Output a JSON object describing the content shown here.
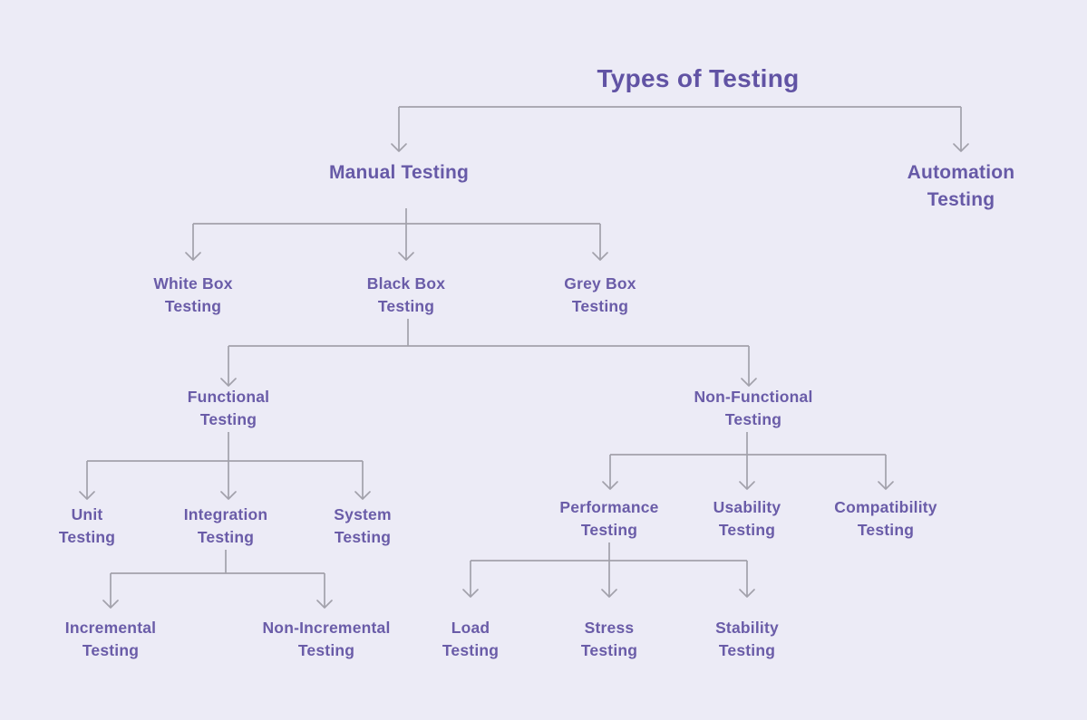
{
  "diagram": {
    "title": "Types of Testing",
    "colors": {
      "background": "#ECEBF6",
      "node_text": "#6A5CA8",
      "title_text": "#6153A4",
      "connector": "#A2A1AB"
    },
    "nodes": {
      "title": {
        "label": "Types of Testing",
        "lines": [
          "Types of Testing"
        ],
        "parent": null
      },
      "manual": {
        "label": "Manual Testing",
        "lines": [
          "Manual Testing"
        ],
        "parent": "title"
      },
      "automation": {
        "label": "Automation Testing",
        "lines": [
          "Automation",
          "Testing"
        ],
        "parent": "title"
      },
      "white_box": {
        "label": "White Box Testing",
        "lines": [
          "White Box",
          "Testing"
        ],
        "parent": "manual"
      },
      "black_box": {
        "label": "Black Box Testing",
        "lines": [
          "Black Box",
          "Testing"
        ],
        "parent": "manual"
      },
      "grey_box": {
        "label": "Grey Box Testing",
        "lines": [
          "Grey Box",
          "Testing"
        ],
        "parent": "manual"
      },
      "functional": {
        "label": "Functional Testing",
        "lines": [
          "Functional",
          "Testing"
        ],
        "parent": "black_box"
      },
      "non_functional": {
        "label": "Non-Functional Testing",
        "lines": [
          "Non-Functional",
          "Testing"
        ],
        "parent": "black_box"
      },
      "unit": {
        "label": "Unit Testing",
        "lines": [
          "Unit",
          "Testing"
        ],
        "parent": "functional"
      },
      "integration": {
        "label": "Integration Testing",
        "lines": [
          "Integration",
          "Testing"
        ],
        "parent": "functional"
      },
      "system": {
        "label": "System Testing",
        "lines": [
          "System",
          "Testing"
        ],
        "parent": "functional"
      },
      "incremental": {
        "label": "Incremental Testing",
        "lines": [
          "Incremental",
          "Testing"
        ],
        "parent": "integration"
      },
      "non_incremental": {
        "label": "Non-Incremental Testing",
        "lines": [
          "Non-Incremental",
          "Testing"
        ],
        "parent": "integration"
      },
      "performance": {
        "label": "Performance Testing",
        "lines": [
          "Performance",
          "Testing"
        ],
        "parent": "non_functional"
      },
      "usability": {
        "label": "Usability Testing",
        "lines": [
          "Usability",
          "Testing"
        ],
        "parent": "non_functional"
      },
      "compatibility": {
        "label": "Compatibility Testing",
        "lines": [
          "Compatibility",
          "Testing"
        ],
        "parent": "non_functional"
      },
      "load": {
        "label": "Load Testing",
        "lines": [
          "Load",
          "Testing"
        ],
        "parent": "performance"
      },
      "stress": {
        "label": "Stress Testing",
        "lines": [
          "Stress",
          "Testing"
        ],
        "parent": "performance"
      },
      "stability": {
        "label": "Stability Testing",
        "lines": [
          "Stability",
          "Testing"
        ],
        "parent": "performance"
      }
    }
  }
}
